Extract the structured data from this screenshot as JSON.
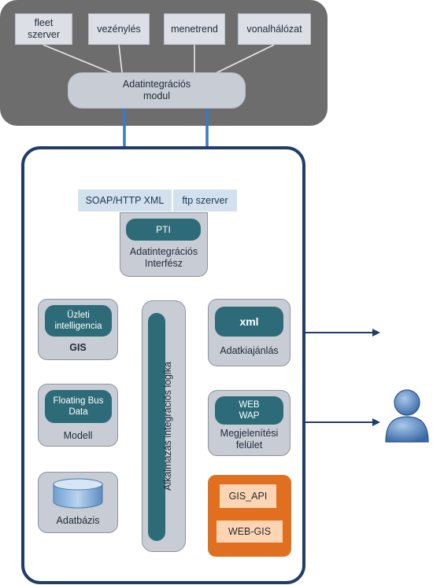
{
  "sources": [
    "fleet\nszerver",
    "vezénylés",
    "menetrend",
    "vonalhálózat"
  ],
  "integration_module": "Adatintegrációs\nmodul",
  "interfaces": {
    "soap": "SOAP/HTTP XML",
    "ftp": "ftp szerver"
  },
  "pti": {
    "badge": "PTI",
    "label": "Adatintegrációs\nInterfész"
  },
  "logic": "Alkalmazás integrációs logika",
  "left_modules": [
    {
      "badge": "Üzleti\nintelligencia",
      "label": "GIS"
    },
    {
      "badge": "Floating Bus\nData",
      "label": "Modell"
    },
    {
      "badge": "",
      "label": "Adatbázis"
    }
  ],
  "right_modules": {
    "xml": {
      "badge": "xml",
      "label": "Adatkiajánlás"
    },
    "web": {
      "badge": "WEB\nWAP",
      "label": "Megjelenítési\nfelület"
    },
    "gis_api": "GIS_API",
    "web_gis": "WEB-GIS"
  },
  "colors": {
    "external_panel": "#6d6d6d",
    "platform_border": "#1f3d6b",
    "teal": "#2e6b79",
    "arrow_blue": "#3a78c8",
    "orange": "#e07020",
    "peach": "#fcd5b5"
  },
  "icons": [
    "user-icon",
    "database-icon"
  ]
}
